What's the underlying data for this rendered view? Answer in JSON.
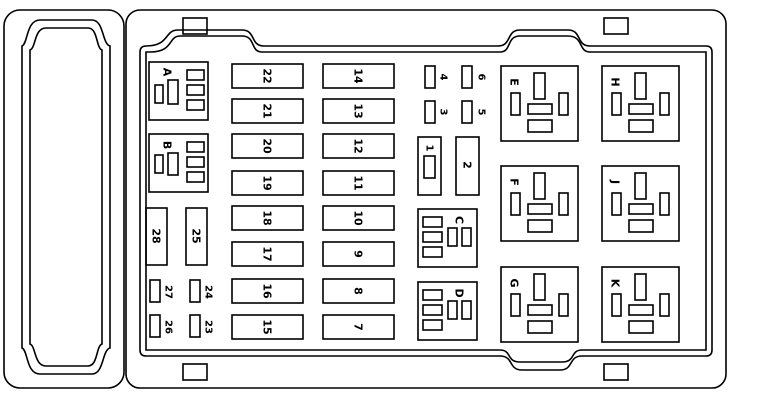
{
  "fuse_labels": {
    "f1": "1",
    "f2": "2",
    "f3": "3",
    "f4": "4",
    "f5": "5",
    "f6": "6",
    "f7": "7",
    "f8": "8",
    "f9": "9",
    "f10": "10",
    "f11": "11",
    "f12": "12",
    "f13": "13",
    "f14": "14",
    "f15": "15",
    "f16": "16",
    "f17": "17",
    "f18": "18",
    "f19": "19",
    "f20": "20",
    "f21": "21",
    "f22": "22",
    "f23": "23",
    "f24": "24",
    "f25": "25",
    "f26": "26",
    "f27": "27",
    "f28": "28"
  },
  "module_labels": {
    "A": "A",
    "B": "B",
    "C": "C",
    "D": "D"
  },
  "relay_labels": {
    "E": "E",
    "F": "F",
    "G": "G",
    "H": "H",
    "J": "J",
    "K": "K"
  },
  "colors": {
    "line": "#000000",
    "background": "#ffffff"
  }
}
